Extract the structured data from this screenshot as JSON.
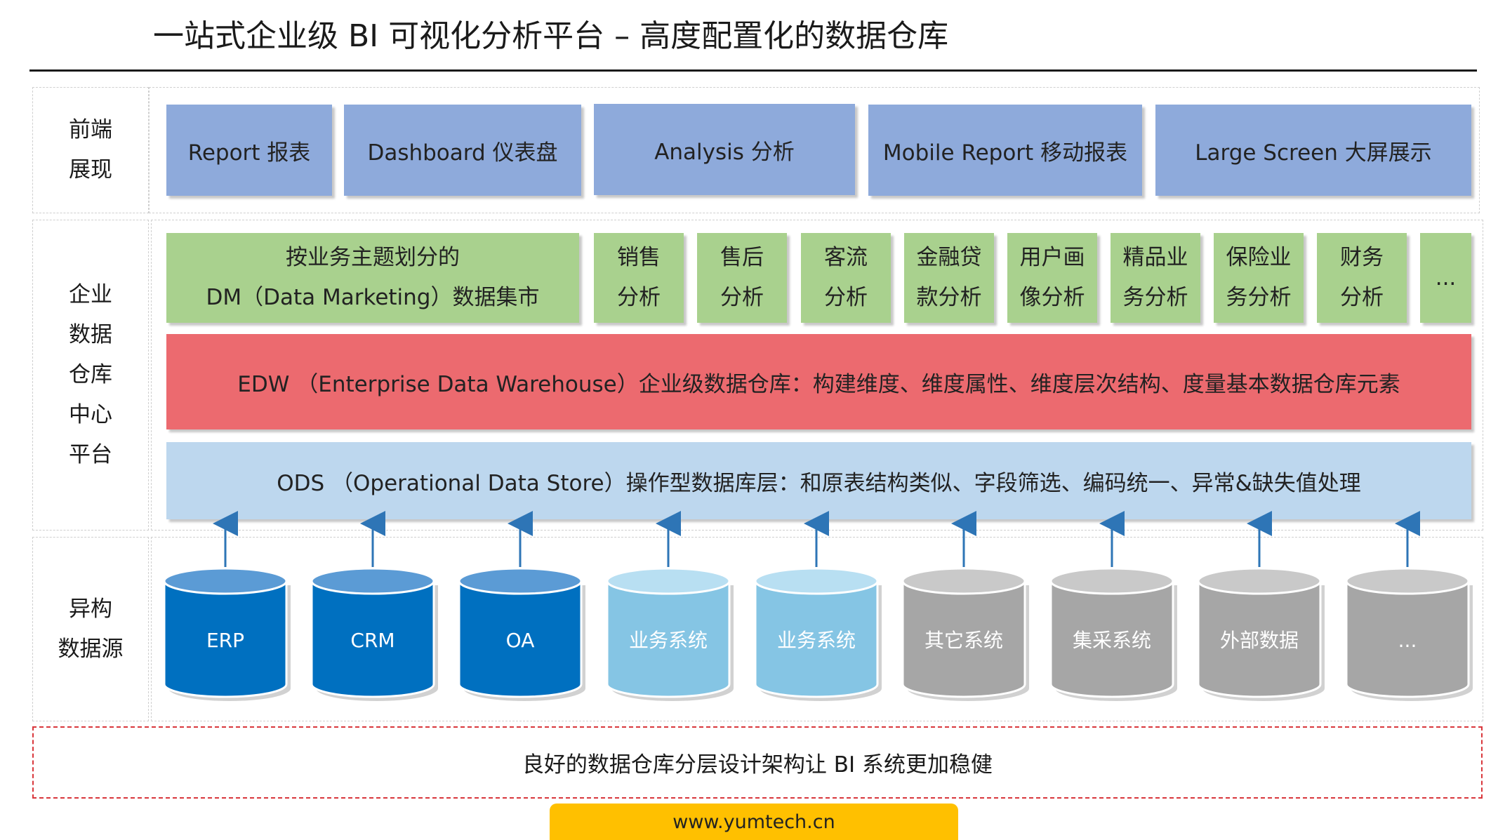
{
  "title": "一站式企业级 BI 可视化分析平台 – 高度配置化的数据仓库",
  "layers": {
    "frontend": {
      "label_lines": [
        "前端",
        "展现"
      ]
    },
    "dw": {
      "label_lines": [
        "企业",
        "数据",
        "仓库",
        "中心",
        "平台"
      ]
    },
    "sources": {
      "label_lines": [
        "异构",
        "数据源"
      ]
    }
  },
  "frontend_cards": [
    "Report 报表",
    "Dashboard 仪表盘",
    "Analysis 分析",
    "Mobile Report 移动报表",
    "Large Screen 大屏展示"
  ],
  "dm": {
    "main_lines": [
      "按业务主题划分的",
      "DM（Data Marketing）数据集市"
    ],
    "items": [
      [
        "销售",
        "分析"
      ],
      [
        "售后",
        "分析"
      ],
      [
        "客流",
        "分析"
      ],
      [
        "金融贷",
        "款分析"
      ],
      [
        "用户画",
        "像分析"
      ],
      [
        "精品业",
        "务分析"
      ],
      [
        "保险业",
        "务分析"
      ],
      [
        "财务",
        "分析"
      ],
      [
        "..."
      ]
    ]
  },
  "edw_text": "EDW （Enterprise Data Warehouse）企业级数据仓库：构建维度、维度属性、维度层次结构、度量基本数据仓库元素",
  "ods_text": "ODS （Operational Data Store）操作型数据库层：和原表结构类似、字段筛选、编码统一、异常&缺失值处理",
  "sources": [
    {
      "label": "ERP",
      "color": "dark-blue"
    },
    {
      "label": "CRM",
      "color": "dark-blue"
    },
    {
      "label": "OA",
      "color": "dark-blue"
    },
    {
      "label": "业务系统",
      "color": "light-blue"
    },
    {
      "label": "业务系统",
      "color": "light-blue"
    },
    {
      "label": "其它系统",
      "color": "gray"
    },
    {
      "label": "集采系统",
      "color": "gray"
    },
    {
      "label": "外部数据",
      "color": "gray"
    },
    {
      "label": "...",
      "color": "gray"
    }
  ],
  "palette": {
    "dark-blue": {
      "body": "#0070c0",
      "top": "#5b9bd5"
    },
    "light-blue": {
      "body": "#85c5e4",
      "top": "#b8dff2"
    },
    "gray": {
      "body": "#a6a6a6",
      "top": "#c9c9c9"
    }
  },
  "footer_text": "良好的数据仓库分层设计架构让 BI 系统更加稳健",
  "url": "www.yumtech.cn"
}
